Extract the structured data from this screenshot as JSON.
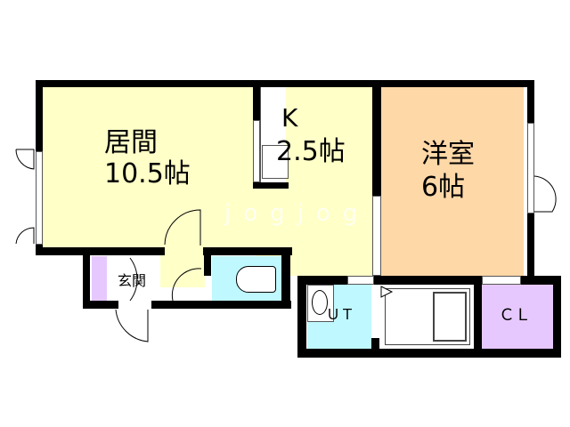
{
  "floorplan": {
    "rooms": {
      "living": {
        "name": "居間",
        "size": "10.5帖",
        "color": "#ffffc8"
      },
      "kitchen": {
        "name": "K",
        "size": "2.5帖",
        "color": "#ffffc8"
      },
      "western": {
        "name": "洋室",
        "size": "6帖",
        "color": "#ffd8a8"
      },
      "entrance": {
        "name": "玄関",
        "color": "#ffffff"
      },
      "toilet": {
        "name": "",
        "color": "#bff8ff"
      },
      "utility": {
        "name": "ＵＴ",
        "color": "#bff8ff"
      },
      "bath": {
        "name": "",
        "color": "#ffffff"
      },
      "closet": {
        "name": "ＣＬ",
        "color": "#e6c8ff"
      },
      "shoebox": {
        "color": "#e6c8ff"
      }
    },
    "watermark": "jogjog",
    "wall_color": "#000000"
  }
}
